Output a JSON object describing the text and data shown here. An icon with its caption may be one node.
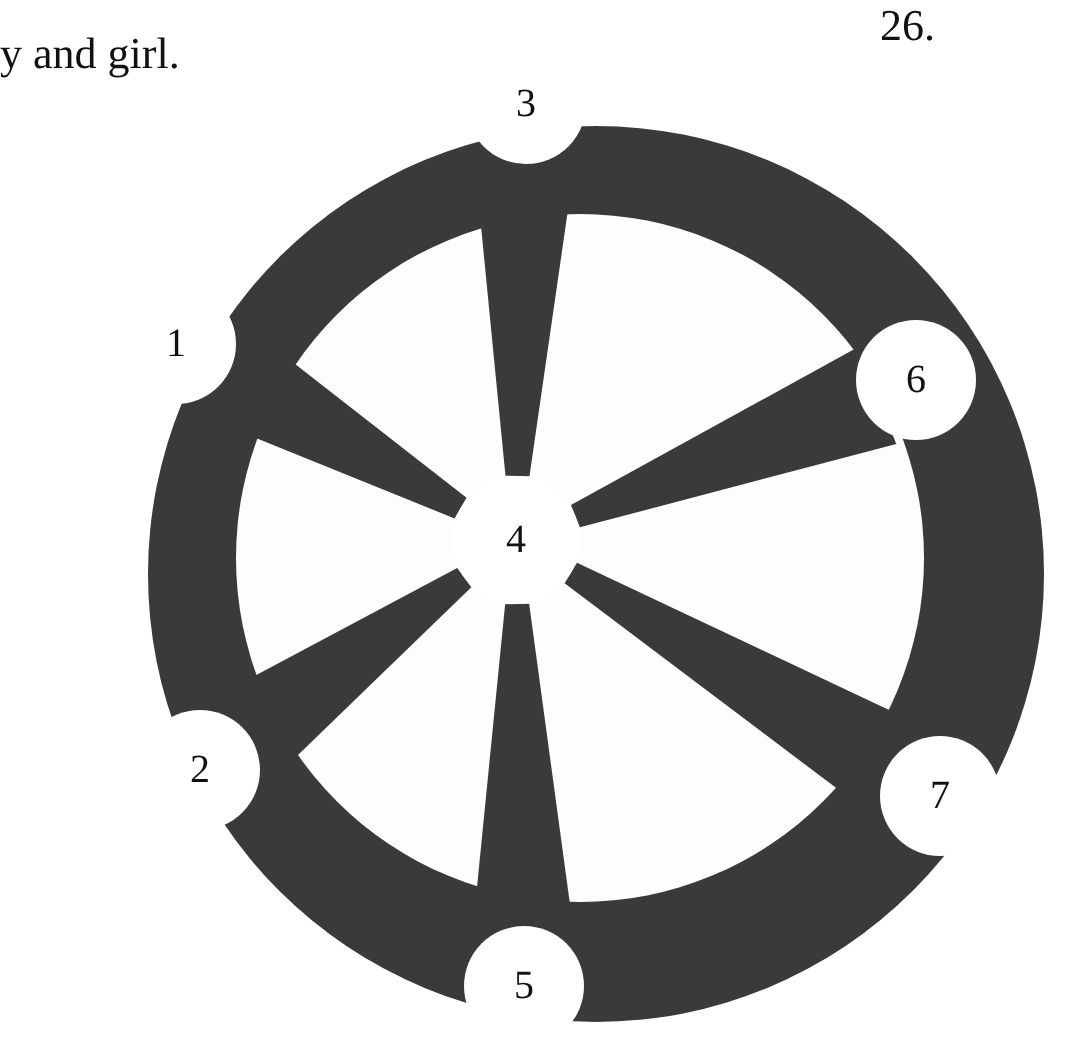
{
  "diagram": {
    "nodes": [
      {
        "text": [
          "1"
        ]
      },
      {
        "text": [
          "2"
        ]
      },
      {
        "text": [
          "3"
        ]
      },
      {
        "text": [
          "4"
        ]
      },
      {
        "text": [
          "5"
        ]
      },
      {
        "text": [
          "6"
        ]
      },
      {
        "text": [
          "7"
        ]
      }
    ],
    "edges": [
      {
        "from": 3,
        "to": 0,
        "arrow": "none"
      },
      {
        "from": 3,
        "to": 1,
        "arrow": "none"
      },
      {
        "from": 3,
        "to": 2,
        "arrow": "none"
      },
      {
        "from": 3,
        "to": 4,
        "arrow": "none"
      },
      {
        "from": 3,
        "to": 5,
        "arrow": "none"
      },
      {
        "from": 3,
        "to": 6,
        "arrow": "none"
      }
    ],
    "labels": [
      "y and girl.",
      "26."
    ]
  }
}
